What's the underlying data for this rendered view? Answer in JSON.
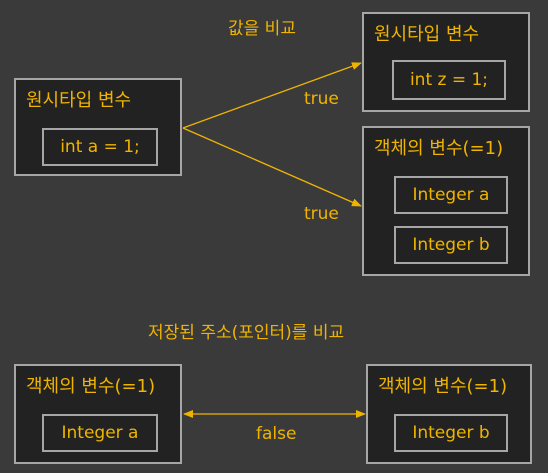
{
  "section1": {
    "heading": "값을 비교",
    "left_box": {
      "title": "원시타입 변수",
      "content": "int a = 1;"
    },
    "right_top_box": {
      "title": "원시타입 변수",
      "content": "int z = 1;"
    },
    "right_bottom_box": {
      "title": "객체의 변수(=1)",
      "items": [
        "Integer a",
        "Integer b"
      ]
    },
    "arrow_top_label": "true",
    "arrow_bottom_label": "true"
  },
  "section2": {
    "heading": "저장된 주소(포인터)를 비교",
    "left_box": {
      "title": "객체의 변수(=1)",
      "content": "Integer a"
    },
    "right_box": {
      "title": "객체의 변수(=1)",
      "content": "Integer b"
    },
    "arrow_label": "false"
  },
  "colors": {
    "background": "#3a3a3a",
    "box": "#222222",
    "border": "#a6a6a6",
    "text": "#f0b400"
  }
}
